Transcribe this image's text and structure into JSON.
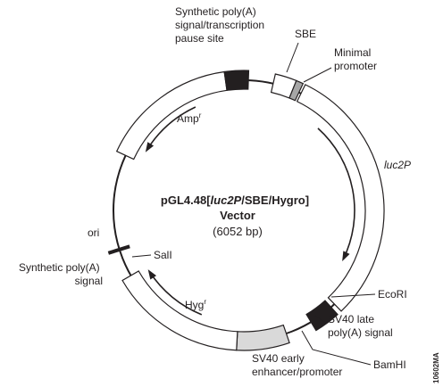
{
  "title": {
    "pre": "pGL4.48[",
    "italic": "luc2P",
    "post": "/SBE/Hygro]"
  },
  "subtitle": "Vector",
  "size": "(6052 bp)",
  "labels": {
    "synthetic_polya_top": [
      "Synthetic poly(A)",
      "signal/transcription",
      "pause site"
    ],
    "sbe": "SBE",
    "minimal_promoter": [
      "Minimal",
      "promoter"
    ],
    "luc2p": "luc2P",
    "ecori": "EcoRI",
    "sv40_late": [
      "SV40 late",
      "poly(A) signal"
    ],
    "bamhi": "BamHI",
    "sv40_early": [
      "SV40 early",
      "enhancer/promoter"
    ],
    "hygr": {
      "text": "Hyg",
      "sup": "r"
    },
    "sali": "SalI",
    "synthetic_polya_left": [
      "Synthetic poly(A)",
      "signal"
    ],
    "ori": "ori",
    "ampr": {
      "text": "Amp",
      "sup": "r"
    }
  },
  "figure_code": "10602MA",
  "colors": {
    "ink": "#231f20",
    "light_fill": "#d9d9d9",
    "mid_fill": "#a6a6a6",
    "white": "#ffffff"
  }
}
